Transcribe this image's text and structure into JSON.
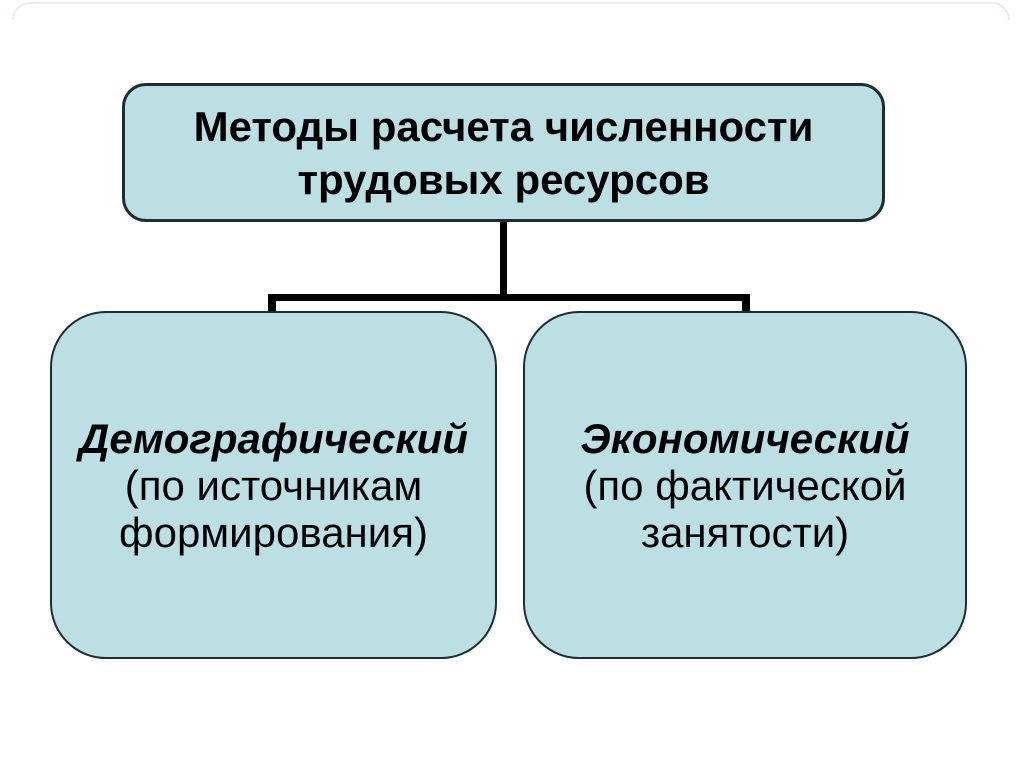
{
  "diagram": {
    "root": {
      "title": "Методы расчета численности\nтрудовых ресурсов"
    },
    "children": [
      {
        "heading": "Демографический",
        "subtitle": "(по источникам\nформирования)"
      },
      {
        "heading": "Экономический",
        "subtitle": "(по фактической\nзанятости)"
      }
    ],
    "colors": {
      "box_fill": "#bcdfe4",
      "box_border": "#1f2d33",
      "connector": "#000000",
      "text": "#000000",
      "page_outline": "#e6edf0"
    }
  }
}
